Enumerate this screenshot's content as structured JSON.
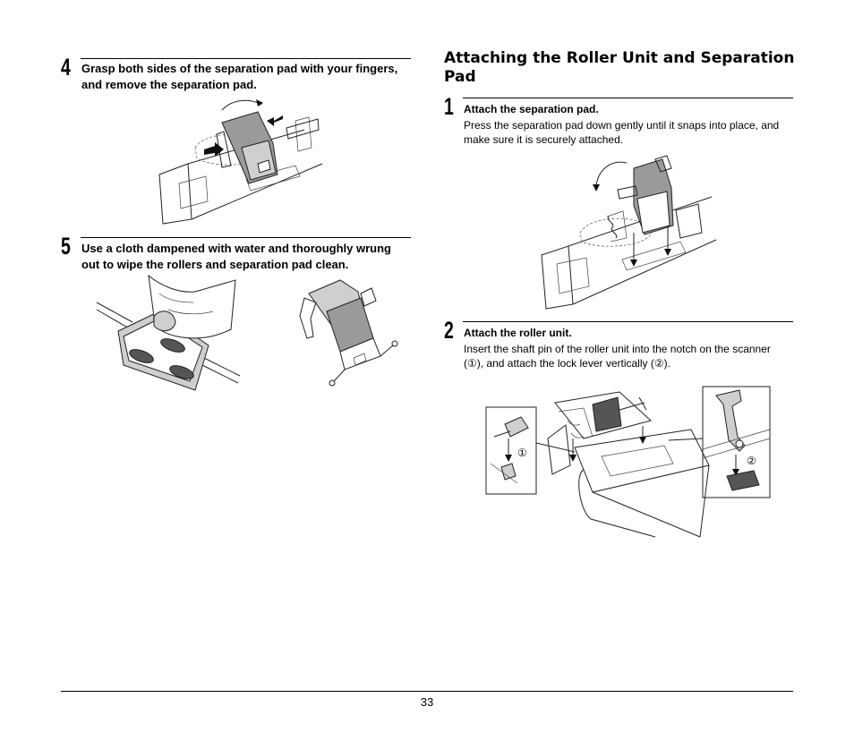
{
  "left": {
    "step4": {
      "number": "4",
      "title_line1": "Grasp both sides of the separation pad with your fingers,",
      "title_line2": "and remove the separation pad."
    },
    "step5": {
      "number": "5",
      "title_line1": "Use a cloth dampened with water and thoroughly wrung",
      "title_line2": "out to wipe the rollers and separation pad clean."
    }
  },
  "right": {
    "heading_line1": "Attaching the Roller Unit and Separation",
    "heading_line2": "Pad",
    "step1": {
      "number": "1",
      "title": "Attach the separation pad.",
      "body_line1": "Press the separation pad down gently until it snaps into place, and",
      "body_line2": "make sure it is securely attached."
    },
    "step2": {
      "number": "2",
      "title": "Attach the roller unit.",
      "body_line1": "Insert the shaft pin of the roller unit into the notch on the scanner",
      "body_line2": "(①), and attach the lock lever vertically (②).",
      "callout1": "①",
      "callout2": "②"
    }
  },
  "footer": {
    "page_number": "33"
  }
}
